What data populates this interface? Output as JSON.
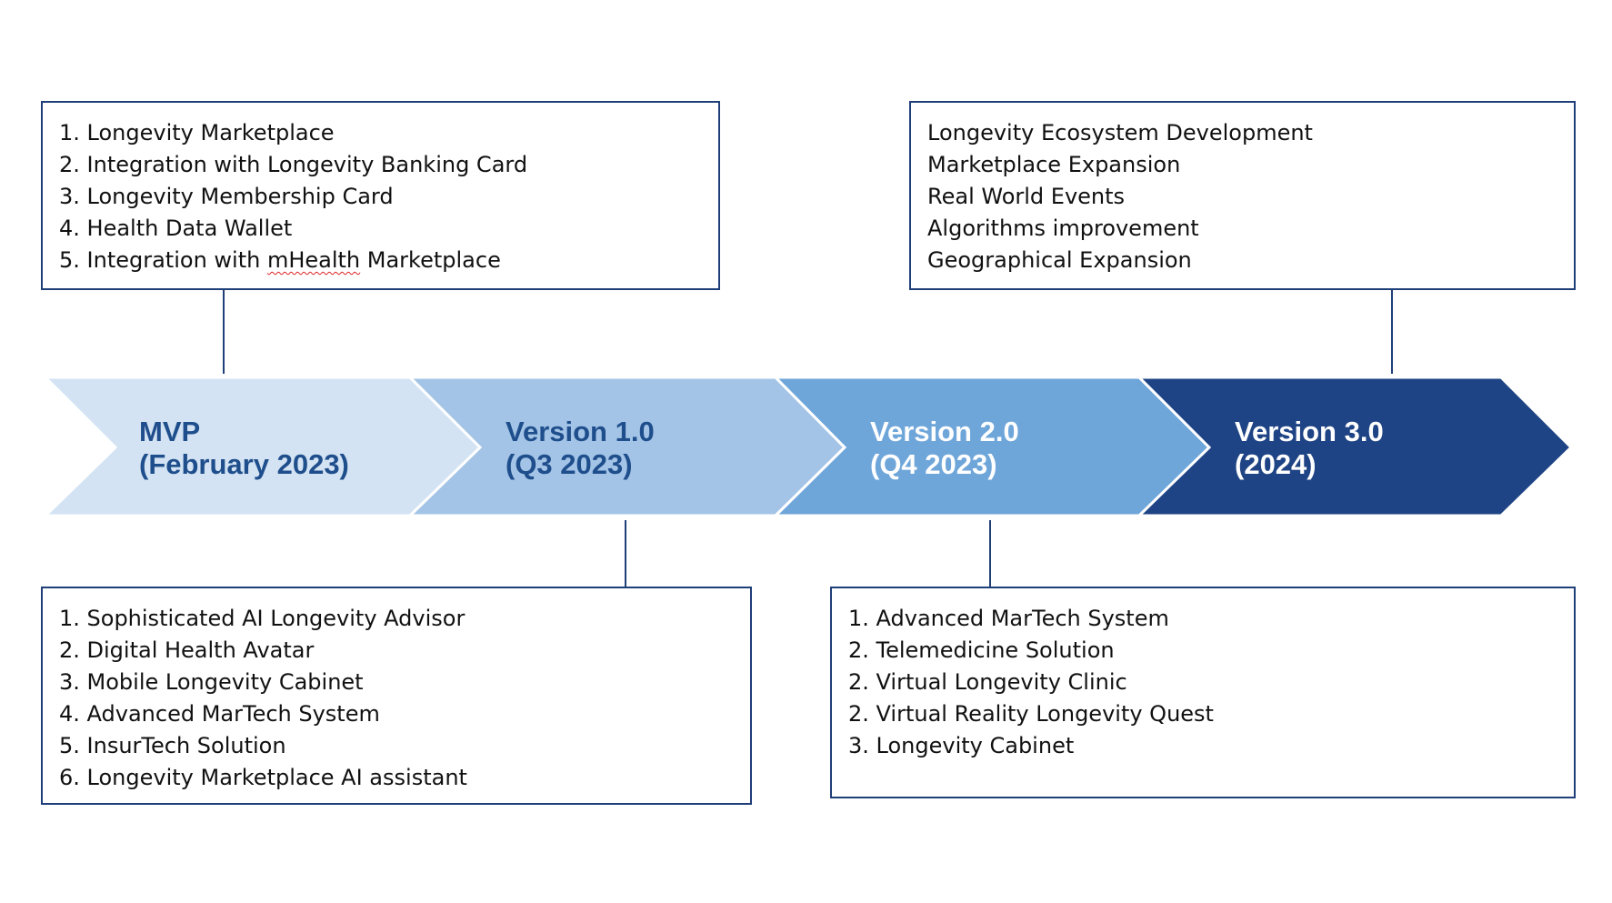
{
  "stages": [
    {
      "name": "MVP",
      "date": "(February 2023)",
      "fill": "#d3e3f3",
      "text_color": "#1f4e8c"
    },
    {
      "name": "Version 1.0",
      "date": "(Q3 2023)",
      "fill": "#a3c4e6",
      "text_color": "#1f4e8c"
    },
    {
      "name": "Version 2.0",
      "date": "(Q4 2023)",
      "fill": "#6fa6da",
      "text_color": "#ffffff"
    },
    {
      "name": "Version 3.0",
      "date": "(2024)",
      "fill": "#1f4485",
      "text_color": "#ffffff"
    }
  ],
  "boxes": {
    "mvp": {
      "items": [
        "1. Longevity Marketplace",
        "2. Integration with Longevity Banking Card",
        "3. Longevity Membership Card",
        "4. Health Data Wallet"
      ],
      "last_item_prefix": "5. Integration with ",
      "last_item_underlined": "mHealth",
      "last_item_suffix": " Marketplace"
    },
    "v1": {
      "items": [
        "1. Sophisticated AI Longevity Advisor",
        "2. Digital Health Avatar",
        "3. Mobile Longevity Cabinet",
        "4. Advanced MarTech System",
        "5. InsurTech Solution",
        "6. Longevity Marketplace AI assistant"
      ]
    },
    "v2": {
      "items": [
        "1. Advanced MarTech System",
        "2. Telemedicine Solution",
        "2. Virtual Longevity Clinic",
        "2. Virtual Reality Longevity Quest",
        "3. Longevity Cabinet"
      ]
    },
    "v3": {
      "items": [
        "Longevity Ecosystem Development",
        "Marketplace Expansion",
        "Real World Events",
        "Algorithms improvement",
        "Geographical Expansion"
      ]
    }
  },
  "colors": {
    "border": "#1f3f78",
    "chevron_separator": "#ffffff"
  }
}
